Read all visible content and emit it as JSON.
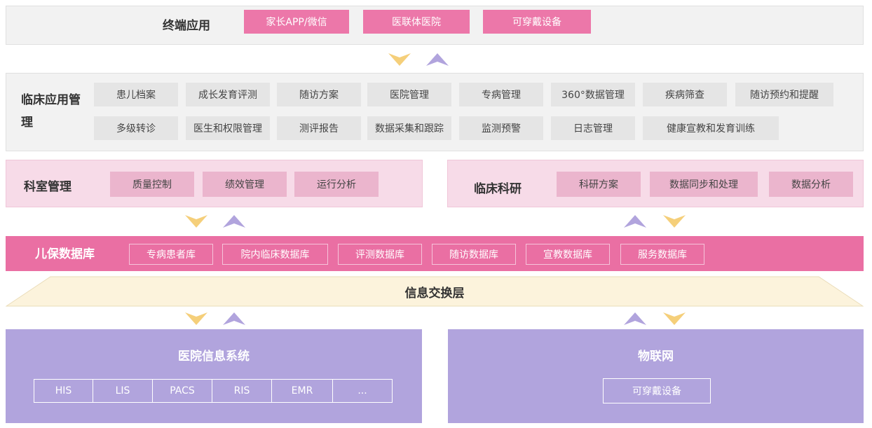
{
  "terminal": {
    "title": "终端应用",
    "items": [
      "家长APP/微信",
      "医联体医院",
      "可穿戴设备"
    ]
  },
  "clinical": {
    "title": "临床应用管理",
    "row1": [
      "患儿档案",
      "成长发育评测",
      "随访方案",
      "医院管理",
      "专病管理",
      "360°数据管理",
      "疾病筛查",
      "随访预约和提醒"
    ],
    "row2": [
      "多级转诊",
      "医生和权限管理",
      "测评报告",
      "数据采集和跟踪",
      "监测预警",
      "日志管理",
      "健康宣教和发育训练"
    ]
  },
  "dept": {
    "title": "科室管理",
    "items": [
      "质量控制",
      "绩效管理",
      "运行分析"
    ]
  },
  "research": {
    "title": "临床科研",
    "items": [
      "科研方案",
      "数据同步和处理",
      "数据分析"
    ]
  },
  "database": {
    "title": "儿保数据库",
    "items": [
      "专病患者库",
      "院内临床数据库",
      "评测数据库",
      "随访数据库",
      "宣教数据库",
      "服务数据库"
    ]
  },
  "exchange": {
    "title": "信息交换层"
  },
  "hospital_system": {
    "title": "医院信息系统",
    "items": [
      "HIS",
      "LIS",
      "PACS",
      "RIS",
      "EMR",
      "..."
    ]
  },
  "iot": {
    "title": "物联网",
    "items": [
      "可穿戴设备"
    ]
  },
  "colors": {
    "pink_accent": "#ea6fa3",
    "light_pink": "#f7dbe8",
    "purple": "#b1a4dd",
    "arrow_yellow": "#f5cf7a",
    "arrow_purple": "#b1a4dd"
  }
}
